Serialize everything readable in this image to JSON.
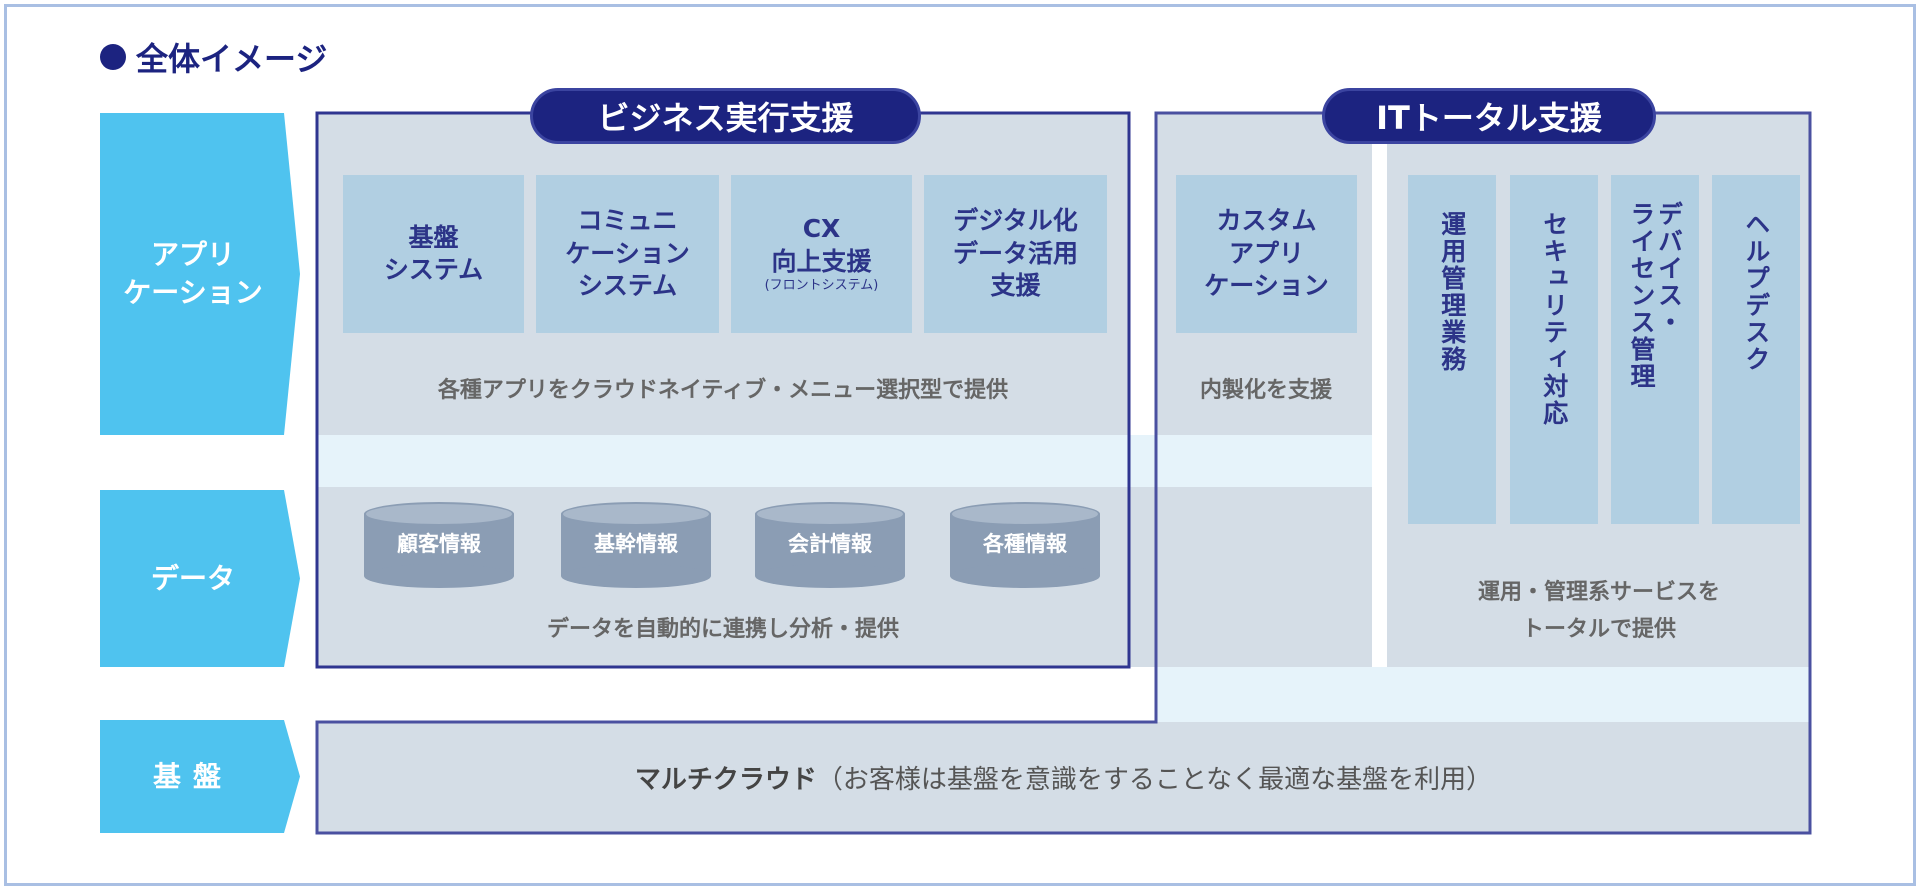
{
  "title": "全体イメージ",
  "row_labels": {
    "application": "アプリ\nケーション",
    "data": "データ",
    "base": "基盤"
  },
  "business": {
    "pill": "ビジネス実行支援",
    "apps": [
      {
        "line1": "基盤",
        "line2": "システム",
        "line3": ""
      },
      {
        "line1": "コミュニ",
        "line2": "ケーション",
        "line3": "システム"
      },
      {
        "line1": "CX",
        "line2": "向上支援",
        "line3": "(フロントシステム)"
      },
      {
        "line1": "デジタル化",
        "line2": "データ活用",
        "line3": "支援"
      }
    ],
    "app_caption": "各種アプリをクラウドネイティブ・メニュー選択型で提供",
    "databases": [
      "顧客情報",
      "基幹情報",
      "会計情報",
      "各種情報"
    ],
    "data_caption": "データを自動的に連携し分析・提供"
  },
  "it": {
    "pill": "ITトータル支援",
    "custom_app": {
      "line1": "カスタム",
      "line2": "アプリ",
      "line3": "ケーション"
    },
    "custom_caption": "内製化を支援",
    "services": [
      "運用管理業務",
      "セキュリティ対応",
      "デバイス・\nライセンス管理",
      "ヘルプデスク"
    ],
    "services_caption_1": "運用・管理系サービスを",
    "services_caption_2": "トータルで提供"
  },
  "base": {
    "main": "マルチクラウド",
    "note": "（お客様は基盤を意識をすることなく最適な基盤を利用）"
  },
  "colors": {
    "navy": "#1c2380",
    "sky": "#4fc3ef",
    "box": "#b1cfe2",
    "band": "#d4dde6"
  }
}
